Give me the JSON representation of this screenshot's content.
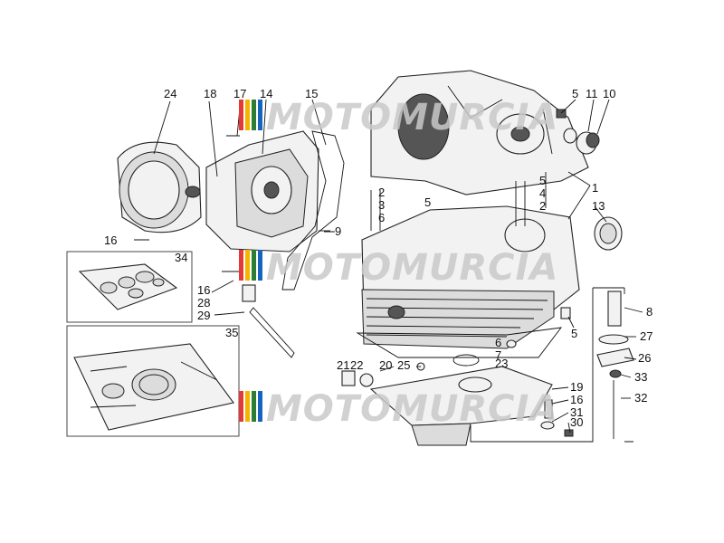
{
  "diagram": {
    "watermark": "MOTOMURCIA",
    "watermark_stripes": [
      "#e53935",
      "#f5b400",
      "#2e7d32",
      "#1565c0"
    ],
    "callouts": [
      {
        "id": "c24",
        "text": "24"
      },
      {
        "id": "c18",
        "text": "18"
      },
      {
        "id": "c17",
        "text": "17"
      },
      {
        "id": "c14",
        "text": "14"
      },
      {
        "id": "c15",
        "text": "15"
      },
      {
        "id": "c5a",
        "text": "5"
      },
      {
        "id": "c11",
        "text": "11"
      },
      {
        "id": "c10",
        "text": "10"
      },
      {
        "id": "c1",
        "text": "1"
      },
      {
        "id": "c2a",
        "text": "2"
      },
      {
        "id": "c3a",
        "text": "3"
      },
      {
        "id": "c6a",
        "text": "6"
      },
      {
        "id": "c5b",
        "text": "5"
      },
      {
        "id": "c5c",
        "text": "5"
      },
      {
        "id": "c4",
        "text": "4"
      },
      {
        "id": "c2b",
        "text": "2"
      },
      {
        "id": "c13",
        "text": "13"
      },
      {
        "id": "c9",
        "text": "9"
      },
      {
        "id": "c16a",
        "text": "16"
      },
      {
        "id": "c34",
        "text": "34"
      },
      {
        "id": "c16b",
        "text": "16"
      },
      {
        "id": "c28",
        "text": "28"
      },
      {
        "id": "c29",
        "text": "29"
      },
      {
        "id": "c8",
        "text": "8"
      },
      {
        "id": "c5d",
        "text": "5"
      },
      {
        "id": "c27",
        "text": "27"
      },
      {
        "id": "c35",
        "text": "35"
      },
      {
        "id": "c6b",
        "text": "6"
      },
      {
        "id": "c7",
        "text": "7"
      },
      {
        "id": "c26",
        "text": "26"
      },
      {
        "id": "c21",
        "text": "21"
      },
      {
        "id": "c22",
        "text": "22"
      },
      {
        "id": "c20",
        "text": "20"
      },
      {
        "id": "c25",
        "text": "25"
      },
      {
        "id": "c23",
        "text": "23"
      },
      {
        "id": "c33",
        "text": "33"
      },
      {
        "id": "c19",
        "text": "19"
      },
      {
        "id": "c16c",
        "text": "16"
      },
      {
        "id": "c32",
        "text": "32"
      },
      {
        "id": "c31",
        "text": "31"
      },
      {
        "id": "c30",
        "text": "30"
      }
    ]
  }
}
